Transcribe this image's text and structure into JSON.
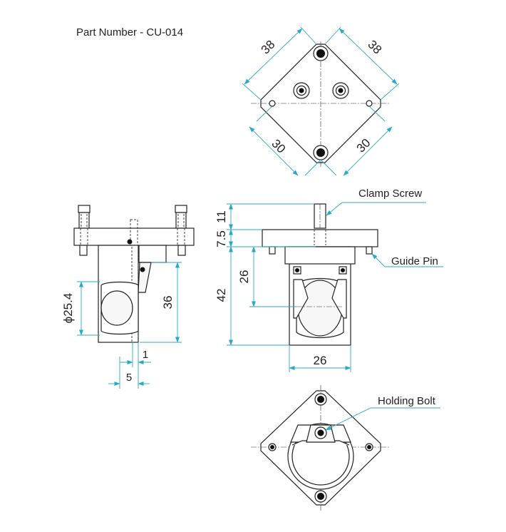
{
  "title": "Part Number - CU-014",
  "colors": {
    "dimension": "#2aa8c8",
    "outline": "#222222",
    "background": "#ffffff"
  },
  "callouts": {
    "clamp_screw": "Clamp Screw",
    "guide_pin": "Guide Pin",
    "holding_bolt": "Holding Bolt"
  },
  "top_view": {
    "dim_outer_left": "38",
    "dim_outer_right": "38",
    "dim_inner_left": "30",
    "dim_inner_right": "30"
  },
  "side_view": {
    "dim_diameter": "ϕ25.4",
    "dim_height": "36",
    "dim_one": "1",
    "dim_five": "5"
  },
  "front_view": {
    "dim_11": "11",
    "dim_7_5": "7.5",
    "dim_26_vertical": "26",
    "dim_42": "42",
    "dim_26_horizontal": "26"
  }
}
